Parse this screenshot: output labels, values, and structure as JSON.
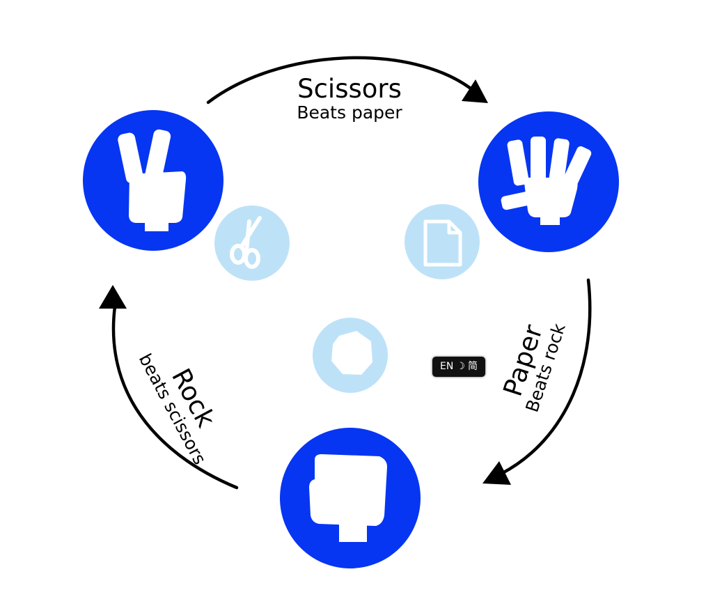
{
  "diagram": {
    "colors": {
      "primary_circle": "#0636f2",
      "light_circle": "#bde2f8",
      "arrow": "#000000",
      "text": "#000000"
    },
    "edges": [
      {
        "name": "Scissors",
        "note": "Beats paper"
      },
      {
        "name": "Paper",
        "note": "Beats rock"
      },
      {
        "name": "Rock",
        "note": "beats scissors"
      }
    ],
    "nodes": [
      {
        "hand": "scissors-hand-icon"
      },
      {
        "hand": "paper-hand-icon"
      },
      {
        "hand": "rock-hand-icon"
      }
    ],
    "center_icons": [
      "scissors-icon",
      "document-icon",
      "rock-icon"
    ]
  },
  "ime_indicator": {
    "lang": "EN",
    "mode_glyph": "☽",
    "script": "简"
  }
}
